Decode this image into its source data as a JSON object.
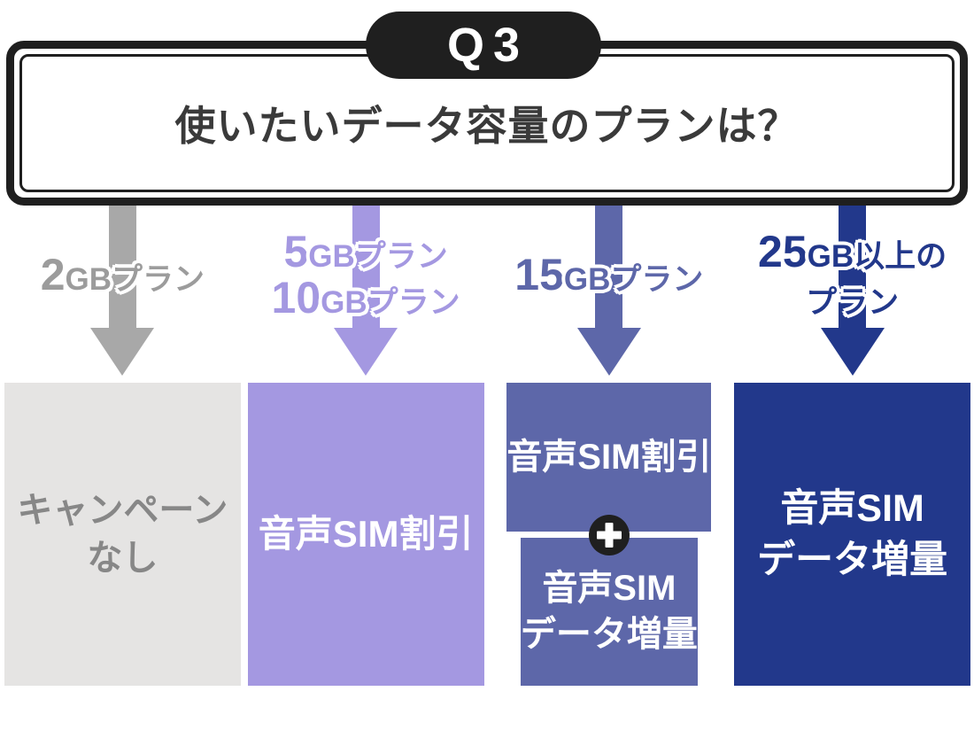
{
  "badge": {
    "label": "Q3"
  },
  "question": {
    "text": "使いたいデータ容量のプランは？"
  },
  "icons": {
    "connector": "plus-icon"
  },
  "colors": {
    "ink": "#1f1f1f",
    "question_text": "#3a3a3a",
    "gray_arrow": "#a8a8a8",
    "gray_label": "#9c9c9c",
    "gray_box": "#e5e4e3",
    "gray_box_text": "#878787",
    "light_purple": "#a498e1",
    "periwinkle": "#5d67a9",
    "dark_blue": "#22388b",
    "white": "#ffffff"
  },
  "columns": [
    {
      "plan_label": {
        "lines": [
          {
            "big": "2",
            "small": "GBプラン"
          }
        ]
      },
      "result": {
        "lines": [
          "キャンペーン",
          "なし"
        ]
      }
    },
    {
      "plan_label": {
        "lines": [
          {
            "big": "5",
            "small": "GBプラン"
          },
          {
            "big": "10",
            "small": "GBプラン"
          }
        ]
      },
      "result": {
        "lines": [
          "音声SIM割引"
        ]
      }
    },
    {
      "plan_label": {
        "lines": [
          {
            "big": "15",
            "small": "GBプラン"
          }
        ]
      },
      "result_top": {
        "lines": [
          "音声SIM割引"
        ]
      },
      "result_bottom": {
        "lines": [
          "音声SIM",
          "データ増量"
        ]
      }
    },
    {
      "plan_label": {
        "lines": [
          {
            "big": "25",
            "small": "GB以上の"
          },
          {
            "big": "",
            "small": "プラン"
          }
        ]
      },
      "result": {
        "lines": [
          "音声SIM",
          "データ増量"
        ]
      }
    }
  ]
}
